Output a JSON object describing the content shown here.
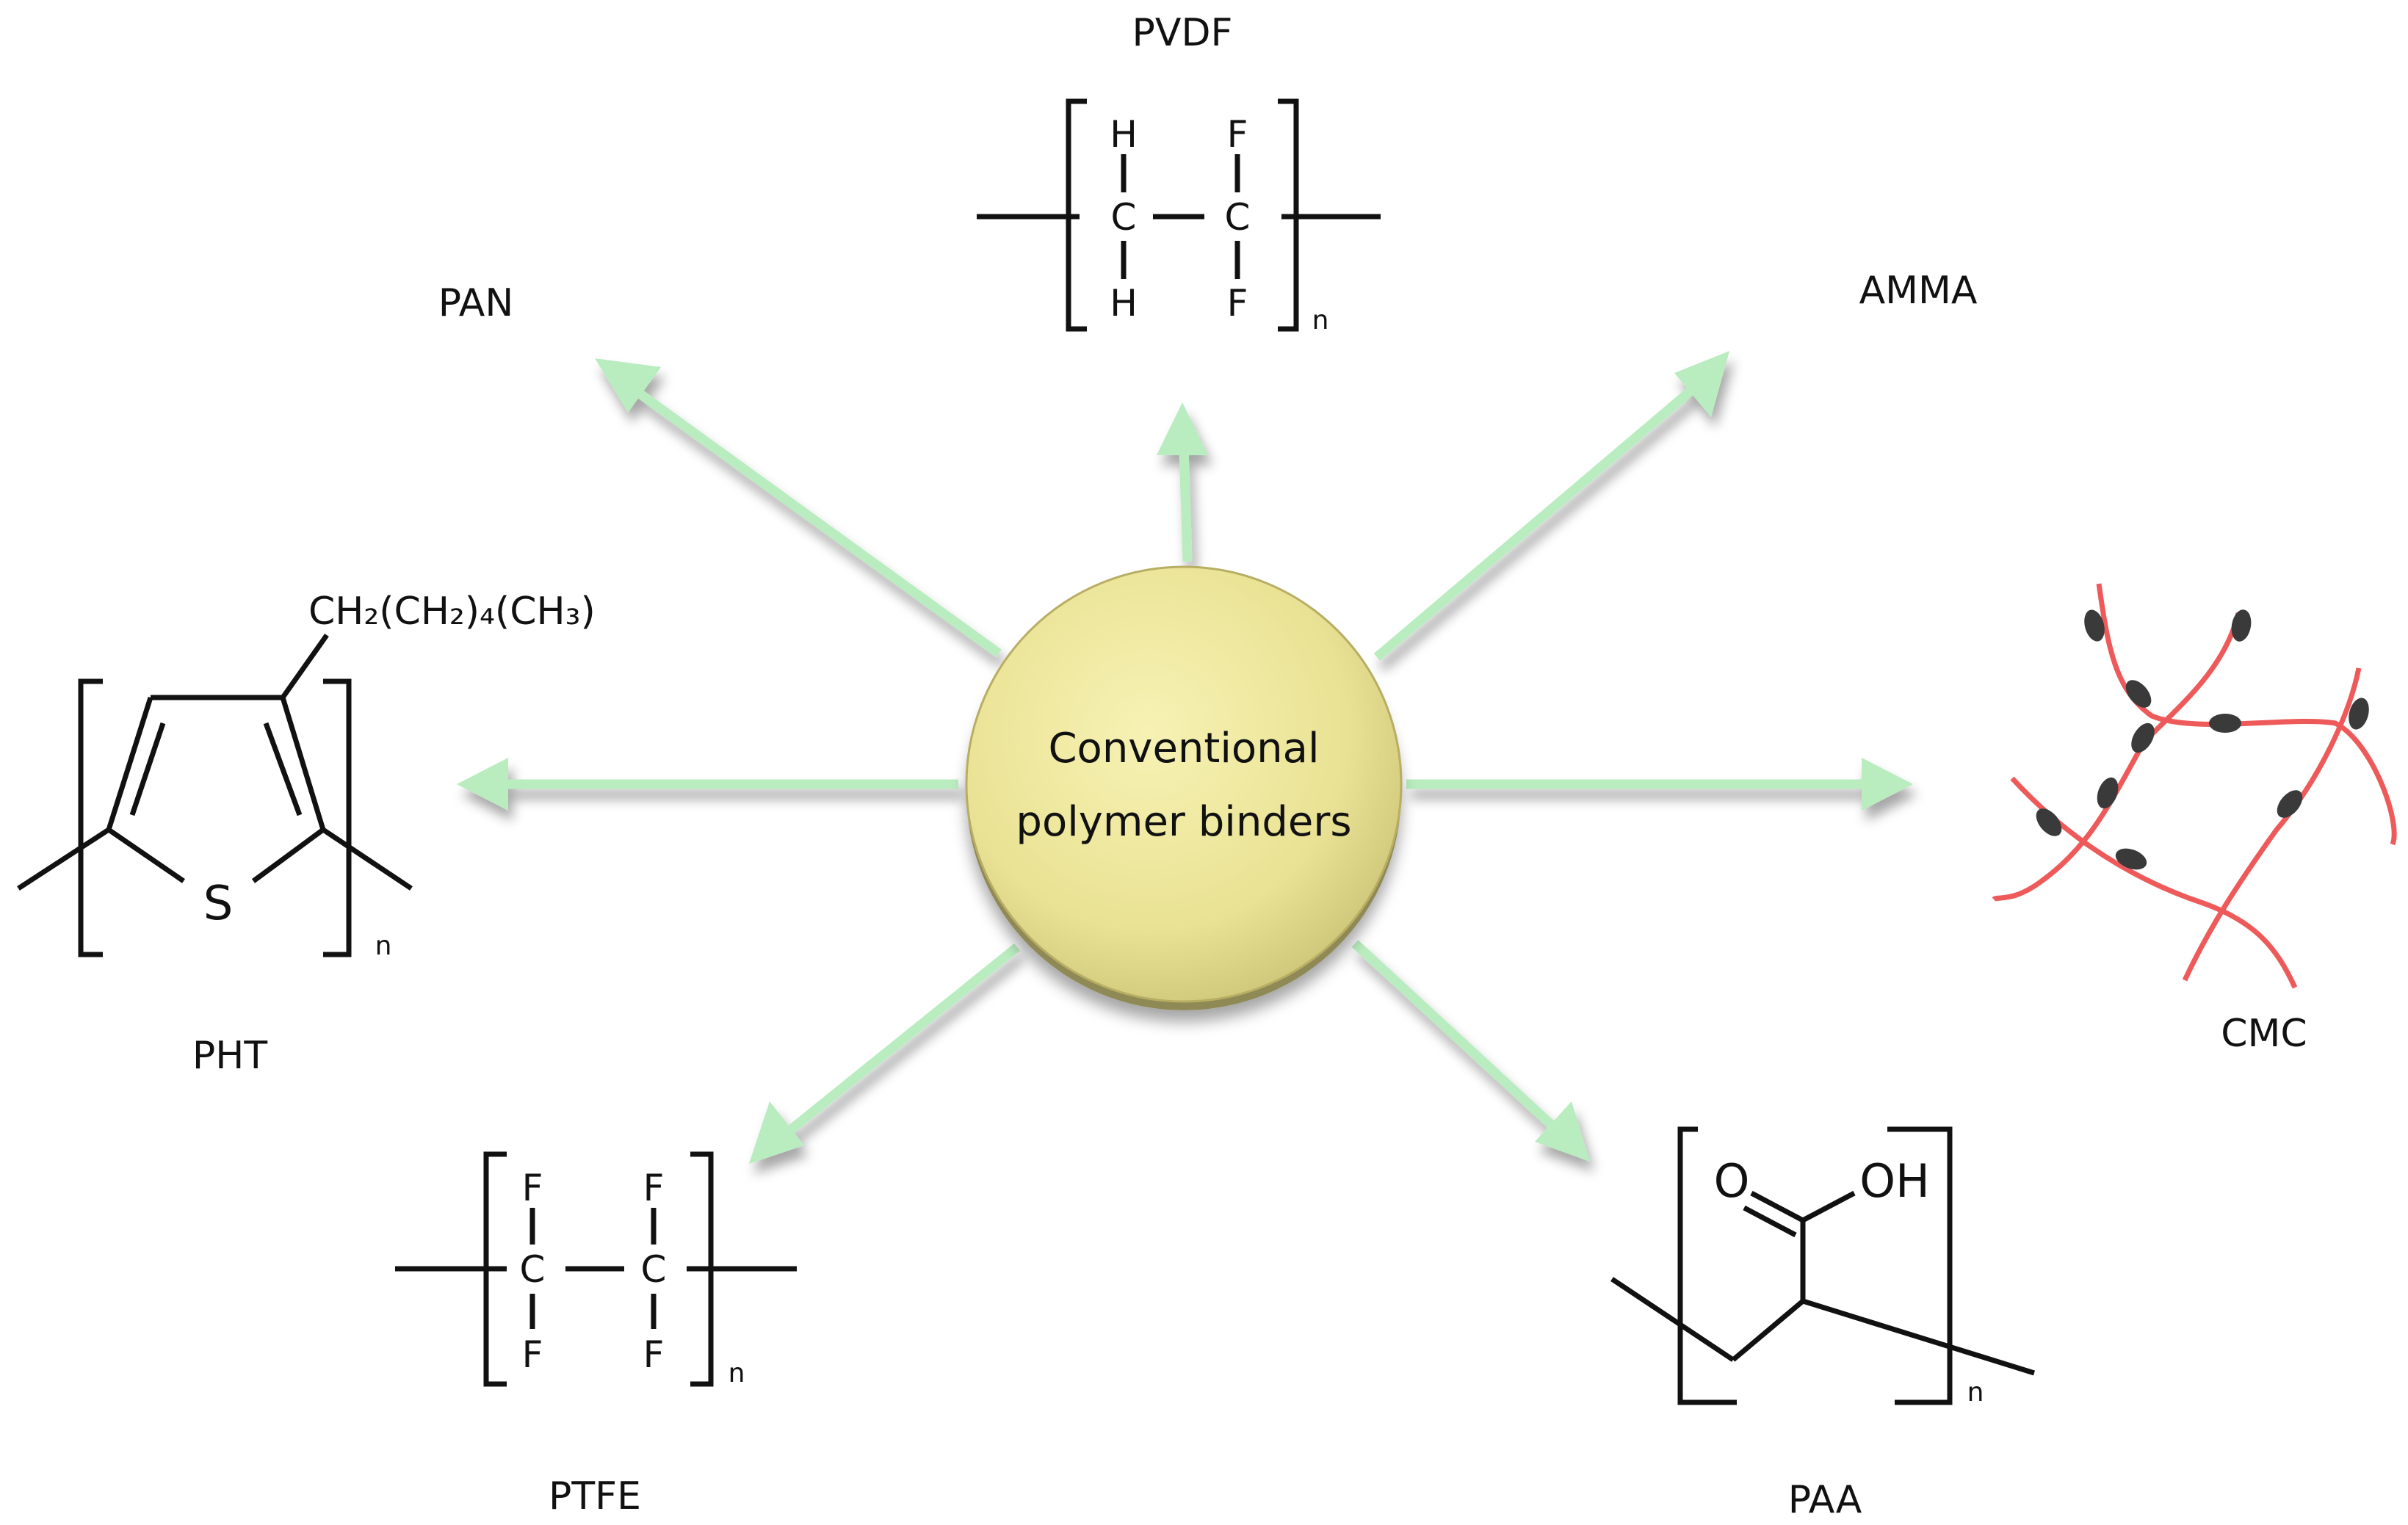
{
  "center": {
    "line1": "Conventional",
    "line2": "polymer binders"
  },
  "labels": {
    "pvdf": "PVDF",
    "pan": "PAN",
    "amma": "AMMA",
    "pht": "PHT",
    "cmc": "CMC",
    "ptfe": "PTFE",
    "paa": "PAA"
  },
  "pvdf_atoms": {
    "h_top": "H",
    "c1": "C",
    "h_bottom": "H",
    "f_top": "F",
    "c2": "C",
    "f_bottom": "F",
    "n": "n"
  },
  "pht_atoms": {
    "sulfur": "S",
    "side_chain": "CH₂(CH₂)₄(CH₃)",
    "n": "n"
  },
  "ptfe_atoms": {
    "f1_top": "F",
    "c1": "C",
    "f1_bottom": "F",
    "f2_top": "F",
    "c2": "C",
    "f2_bottom": "F",
    "n": "n"
  },
  "paa_atoms": {
    "o": "O",
    "oh": "OH",
    "n": "n"
  },
  "colors": {
    "arrow": "#b9ecbf",
    "center_fill": "#ece59a",
    "center_shadow": "#8f8a55",
    "cmc_chain": "#ee5a5a",
    "cmc_bead": "#3a3a3a",
    "structure": "#111111"
  }
}
